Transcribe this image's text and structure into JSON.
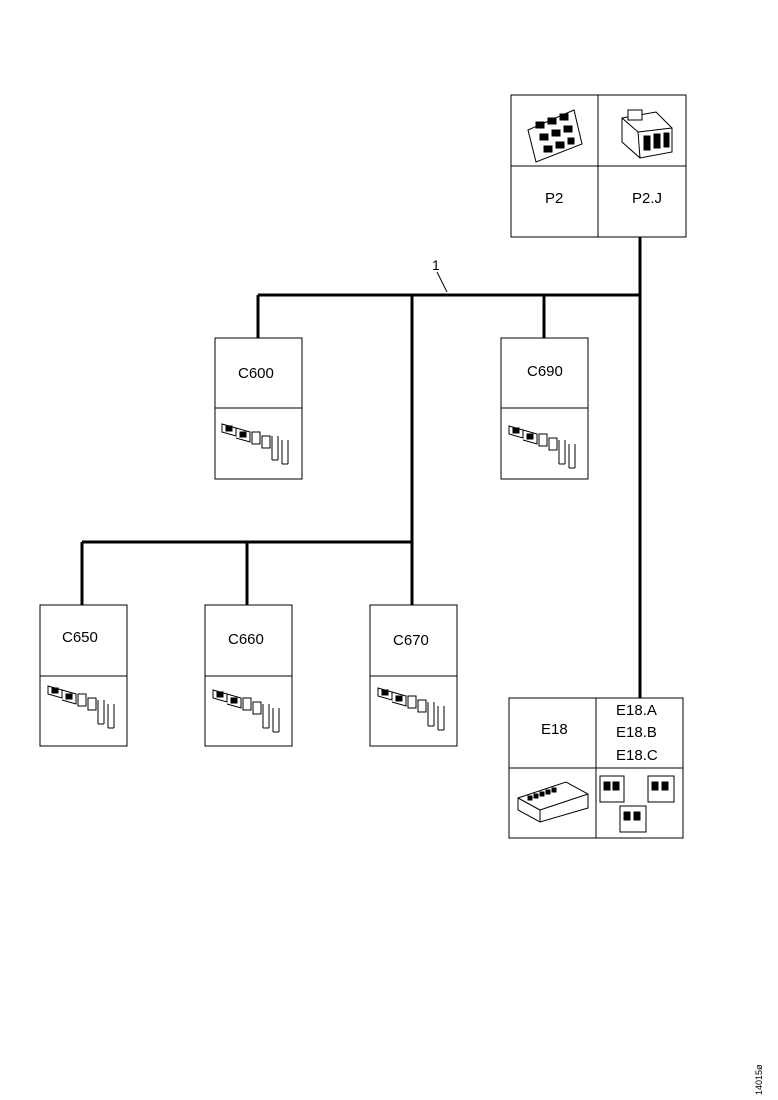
{
  "wire_label": "1",
  "connectors": {
    "p2": "P2",
    "p2j": "P2.J",
    "c600": "C600",
    "c690": "C690",
    "c650": "C650",
    "c660": "C660",
    "c670": "C670",
    "e18": "E18",
    "e18a": "E18.A",
    "e18b": "E18.B",
    "e18c": "E18.C"
  },
  "reference": "14015ø"
}
